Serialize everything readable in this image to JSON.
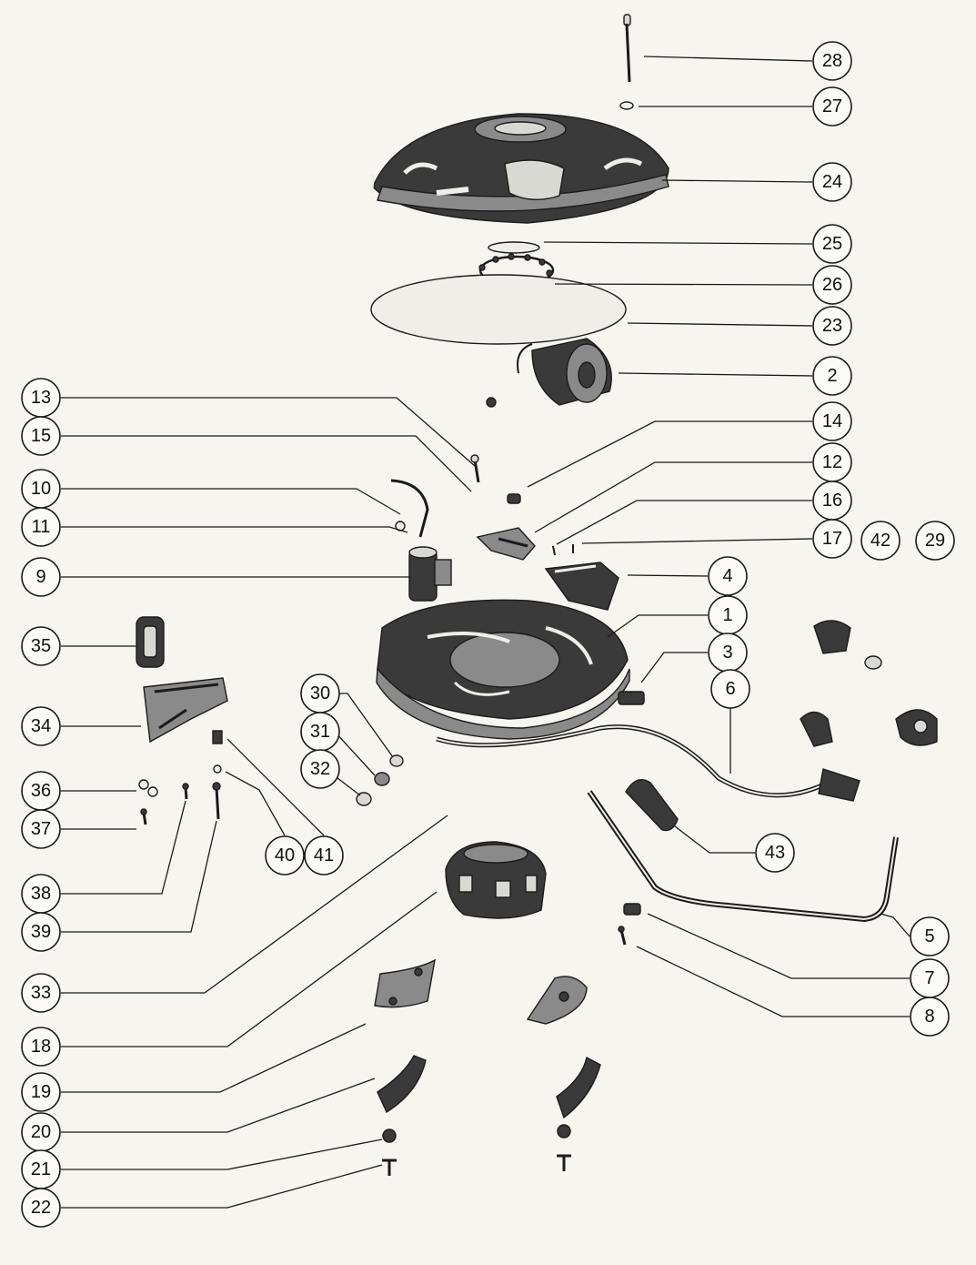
{
  "diagram": {
    "callouts": [
      {
        "id": "c28",
        "label": "28"
      },
      {
        "id": "c27",
        "label": "27"
      },
      {
        "id": "c24",
        "label": "24"
      },
      {
        "id": "c25",
        "label": "25"
      },
      {
        "id": "c26",
        "label": "26"
      },
      {
        "id": "c23",
        "label": "23"
      },
      {
        "id": "c2",
        "label": "2"
      },
      {
        "id": "c13",
        "label": "13"
      },
      {
        "id": "c14",
        "label": "14"
      },
      {
        "id": "c15",
        "label": "15"
      },
      {
        "id": "c12",
        "label": "12"
      },
      {
        "id": "c10",
        "label": "10"
      },
      {
        "id": "c16",
        "label": "16"
      },
      {
        "id": "c11",
        "label": "11"
      },
      {
        "id": "c17",
        "label": "17"
      },
      {
        "id": "c42",
        "label": "42"
      },
      {
        "id": "c29",
        "label": "29"
      },
      {
        "id": "c9",
        "label": "9"
      },
      {
        "id": "c4",
        "label": "4"
      },
      {
        "id": "c1",
        "label": "1"
      },
      {
        "id": "c35",
        "label": "35"
      },
      {
        "id": "c3",
        "label": "3"
      },
      {
        "id": "c30",
        "label": "30"
      },
      {
        "id": "c6",
        "label": "6"
      },
      {
        "id": "c34",
        "label": "34"
      },
      {
        "id": "c31",
        "label": "31"
      },
      {
        "id": "c32",
        "label": "32"
      },
      {
        "id": "c36",
        "label": "36"
      },
      {
        "id": "c37",
        "label": "37"
      },
      {
        "id": "c43",
        "label": "43"
      },
      {
        "id": "c40",
        "label": "40"
      },
      {
        "id": "c41",
        "label": "41"
      },
      {
        "id": "c38",
        "label": "38"
      },
      {
        "id": "c39",
        "label": "39"
      },
      {
        "id": "c5",
        "label": "5"
      },
      {
        "id": "c7",
        "label": "7"
      },
      {
        "id": "c33",
        "label": "33"
      },
      {
        "id": "c8",
        "label": "8"
      },
      {
        "id": "c18",
        "label": "18"
      },
      {
        "id": "c19",
        "label": "19"
      },
      {
        "id": "c20",
        "label": "20"
      },
      {
        "id": "c21",
        "label": "21"
      },
      {
        "id": "c22",
        "label": "22"
      }
    ]
  }
}
